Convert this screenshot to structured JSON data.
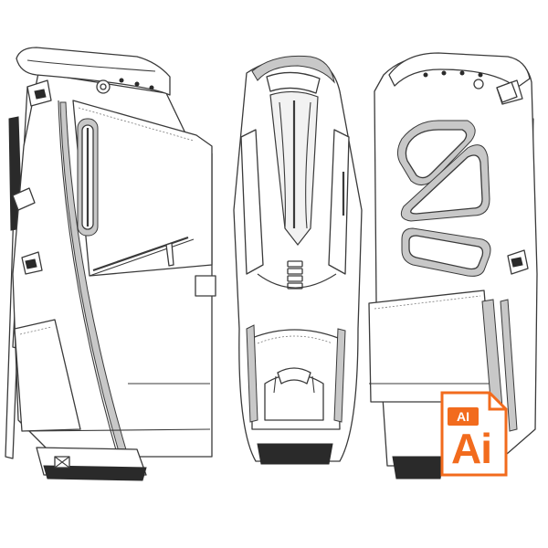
{
  "file_badge": {
    "tag_label": "AI",
    "big_label": "Ai",
    "accent_color": "#f26b1d"
  },
  "views": [
    {
      "name": "side-view-left"
    },
    {
      "name": "front-view"
    },
    {
      "name": "side-view-right"
    }
  ],
  "colors": {
    "outline": "#3a3a3a",
    "fill": "#ffffff",
    "panel": "#f2f2f2",
    "trim": "#9a9a9a",
    "dark": "#2a2a2a"
  }
}
